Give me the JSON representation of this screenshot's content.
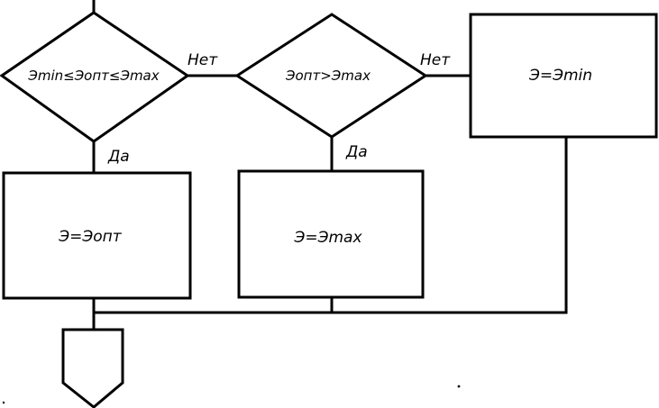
{
  "diagram": {
    "condition_1": "Эmin≤Эопт≤Эmax",
    "condition_2": "Эопт>Эmax",
    "edges": {
      "c1_no": "Нет",
      "c1_yes": "Да",
      "c2_no": "Нет",
      "c2_yes": "Да"
    },
    "box_opt": "Э=Эопт",
    "box_max": "Э=Эmax",
    "box_min": "Э=Эmin"
  }
}
